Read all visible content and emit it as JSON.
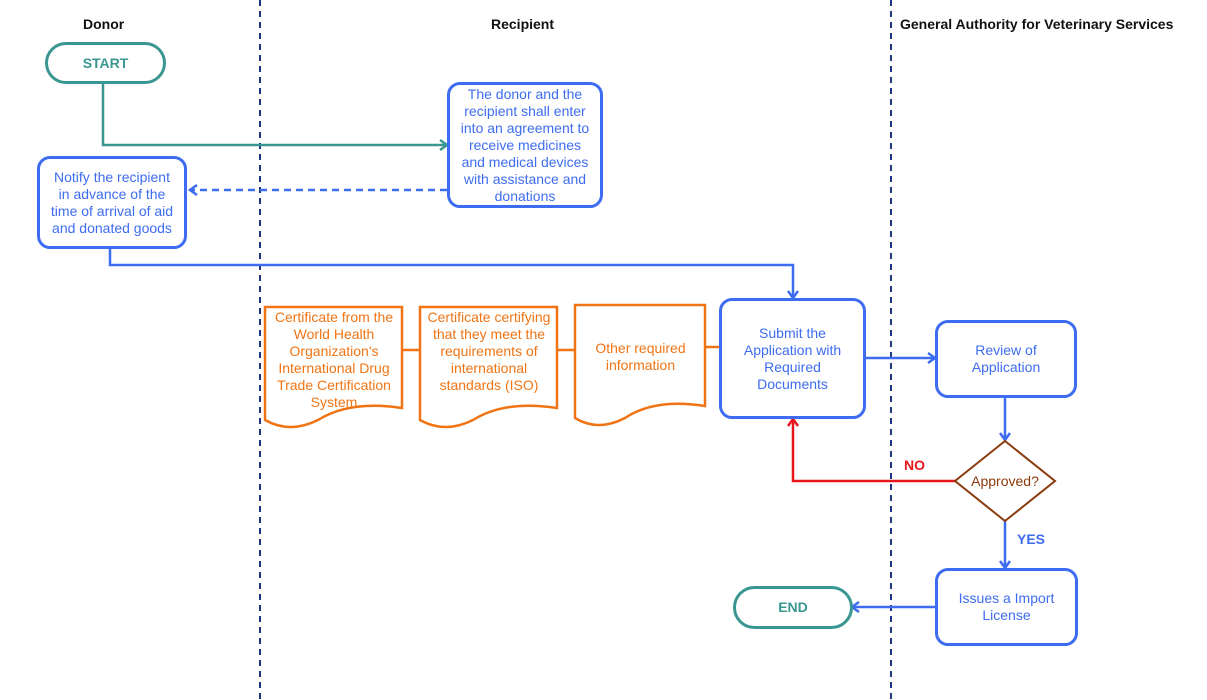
{
  "lanes": [
    {
      "title": "Donor"
    },
    {
      "title": "Recipient"
    },
    {
      "title": "General Authority for Veterinary Services"
    }
  ],
  "nodes": {
    "start": "START",
    "agreement": "The donor and the recipient shall enter into an agreement to receive medicines and medical devices with assistance and donations",
    "notify": "Notify the recipient in advance of the time of arrival of aid and donated goods",
    "submit": "Submit the Application with Required Documents",
    "review": "Review of Application",
    "decision": "Approved?",
    "issue": "Issues a Import License",
    "end": "END"
  },
  "documents": [
    "Certificate from the World Health Organization's International Drug Trade Certification System",
    "Certificate certifying that they meet the requirements of international standards (ISO)",
    "Other required information"
  ],
  "edge_labels": {
    "no": "NO",
    "yes": "YES"
  },
  "colors": {
    "process": "#3d6cf0",
    "terminal": "#3a9690",
    "document": "#f07414",
    "decision": "#8b3a0c",
    "reject": "#e8171e",
    "lane_divider": "#1f3580"
  }
}
